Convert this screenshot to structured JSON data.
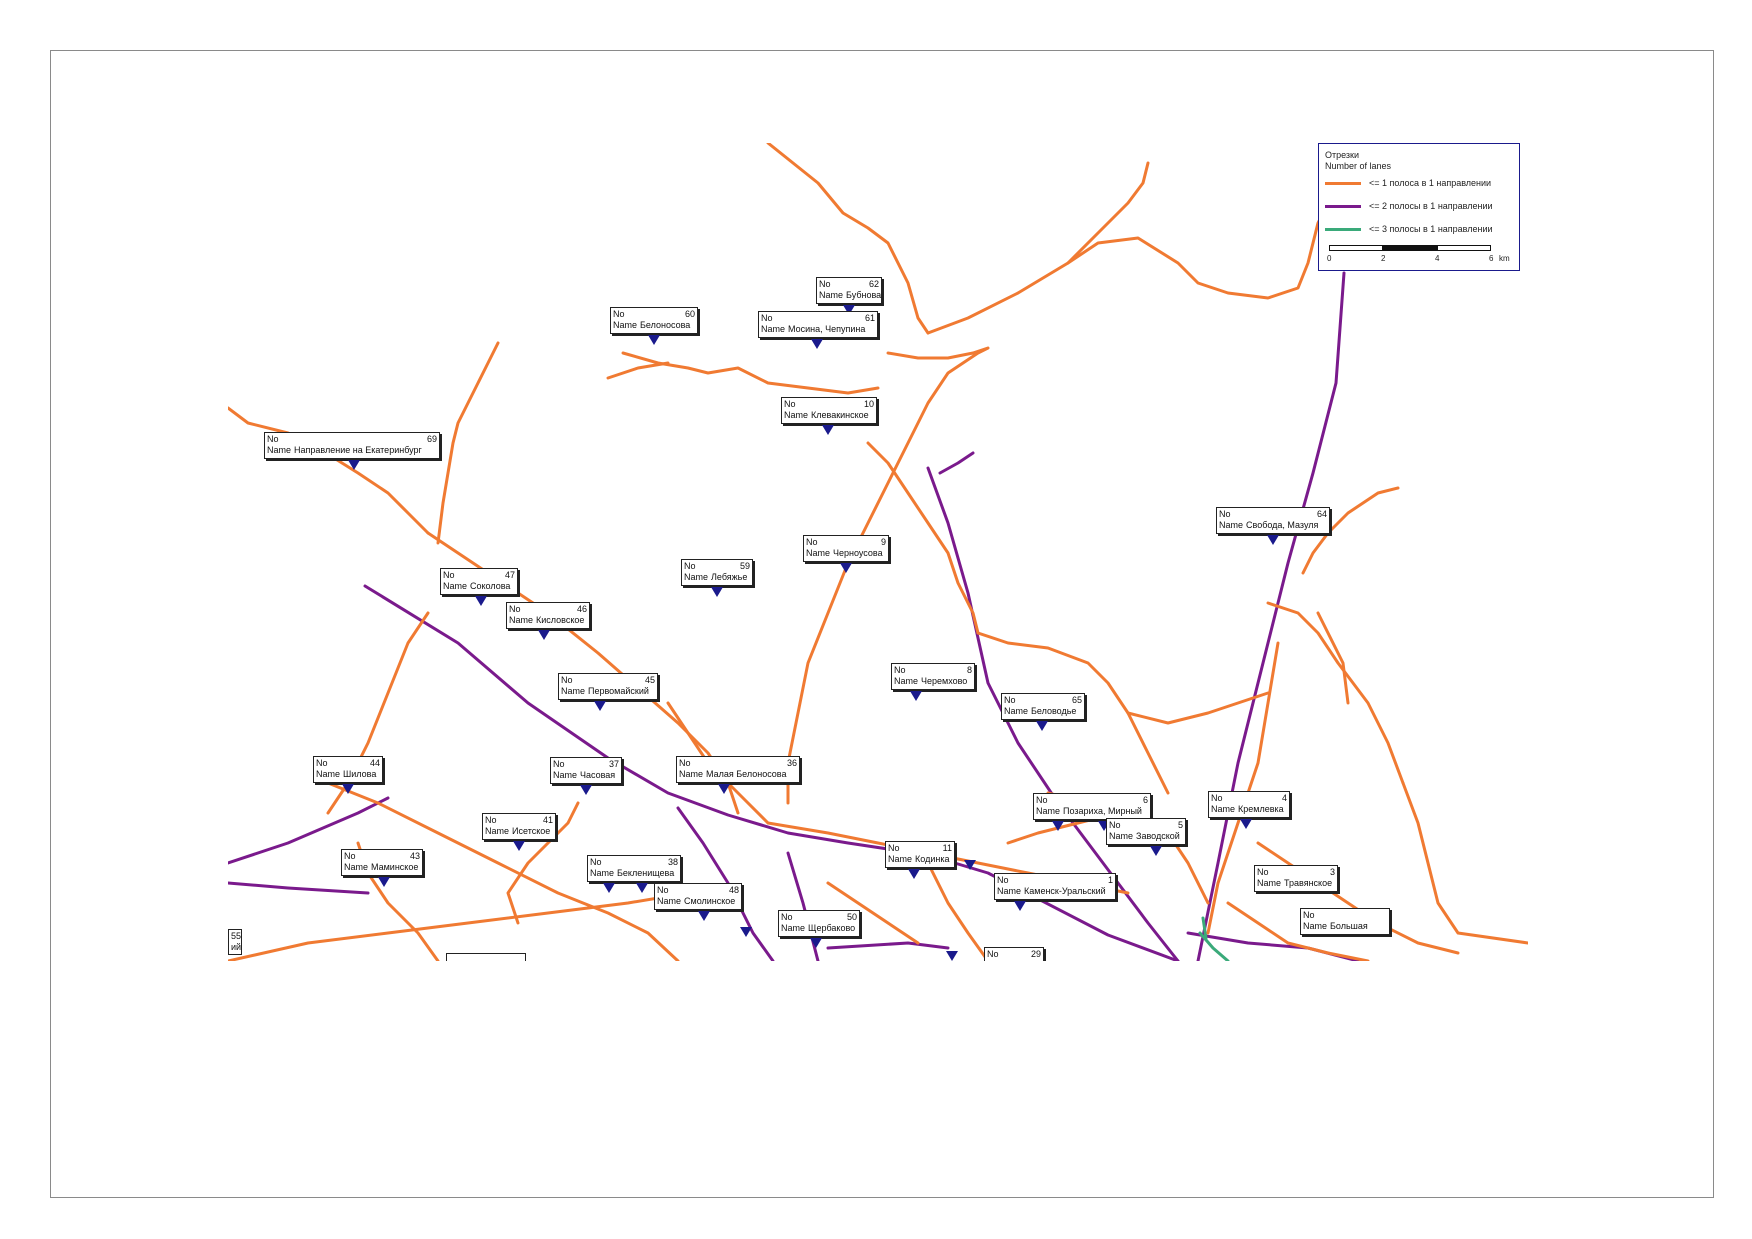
{
  "legend": {
    "title": "Отрезки",
    "subtitle": "Number of lanes",
    "items": [
      {
        "label": "<= 1 полоса в 1 направлении",
        "color": "#f07a32"
      },
      {
        "label": "<= 2 полосы в 1 направлении",
        "color": "#7a1a8c"
      },
      {
        "label": "<= 3 полосы в 1 направлении",
        "color": "#3aaa7a"
      }
    ],
    "scale": {
      "ticks": [
        "0",
        "2",
        "4",
        "6"
      ],
      "unit": "km"
    }
  },
  "zones": [
    {
      "no": "62",
      "name": "Бубнова"
    },
    {
      "no": "61",
      "name": "Мосина, Чепупина"
    },
    {
      "no": "60",
      "name": "Белоносова"
    },
    {
      "no": "10",
      "name": "Клевакинское"
    },
    {
      "no": "69",
      "name": "Направление на Екатеринбург"
    },
    {
      "no": "64",
      "name": "Свобода, Мазуля"
    },
    {
      "no": "9",
      "name": "Черноусова"
    },
    {
      "no": "59",
      "name": "Лебяжье"
    },
    {
      "no": "47",
      "name": "Соколова"
    },
    {
      "no": "46",
      "name": "Кисловское"
    },
    {
      "no": "45",
      "name": "Первомайский"
    },
    {
      "no": "8",
      "name": "Черемхово"
    },
    {
      "no": "65",
      "name": "Беловодье"
    },
    {
      "no": "44",
      "name": "Шилова"
    },
    {
      "no": "37",
      "name": "Часовая"
    },
    {
      "no": "36",
      "name": "Малая Белоносова"
    },
    {
      "no": "6",
      "name": "Позариха, Мирный"
    },
    {
      "no": "4",
      "name": "Кремлевка"
    },
    {
      "no": "41",
      "name": "Исетское"
    },
    {
      "no": "5",
      "name": "Заводской"
    },
    {
      "no": "11",
      "name": "Кодинка"
    },
    {
      "no": "43",
      "name": "Маминское"
    },
    {
      "no": "38",
      "name": "Бекленищева"
    },
    {
      "no": "3",
      "name": "Травянское"
    },
    {
      "no": "1",
      "name": "Каменск-Уральский"
    },
    {
      "no": "48",
      "name": "Смолинское"
    },
    {
      "no": "50",
      "name": "Щербаково"
    },
    {
      "no": "",
      "name": "Большая"
    },
    {
      "no": "29",
      "name": ""
    }
  ],
  "field_labels": {
    "no": "No",
    "name": "Name"
  },
  "edge_fragments": {
    "left": "55",
    "left2": "ий"
  }
}
